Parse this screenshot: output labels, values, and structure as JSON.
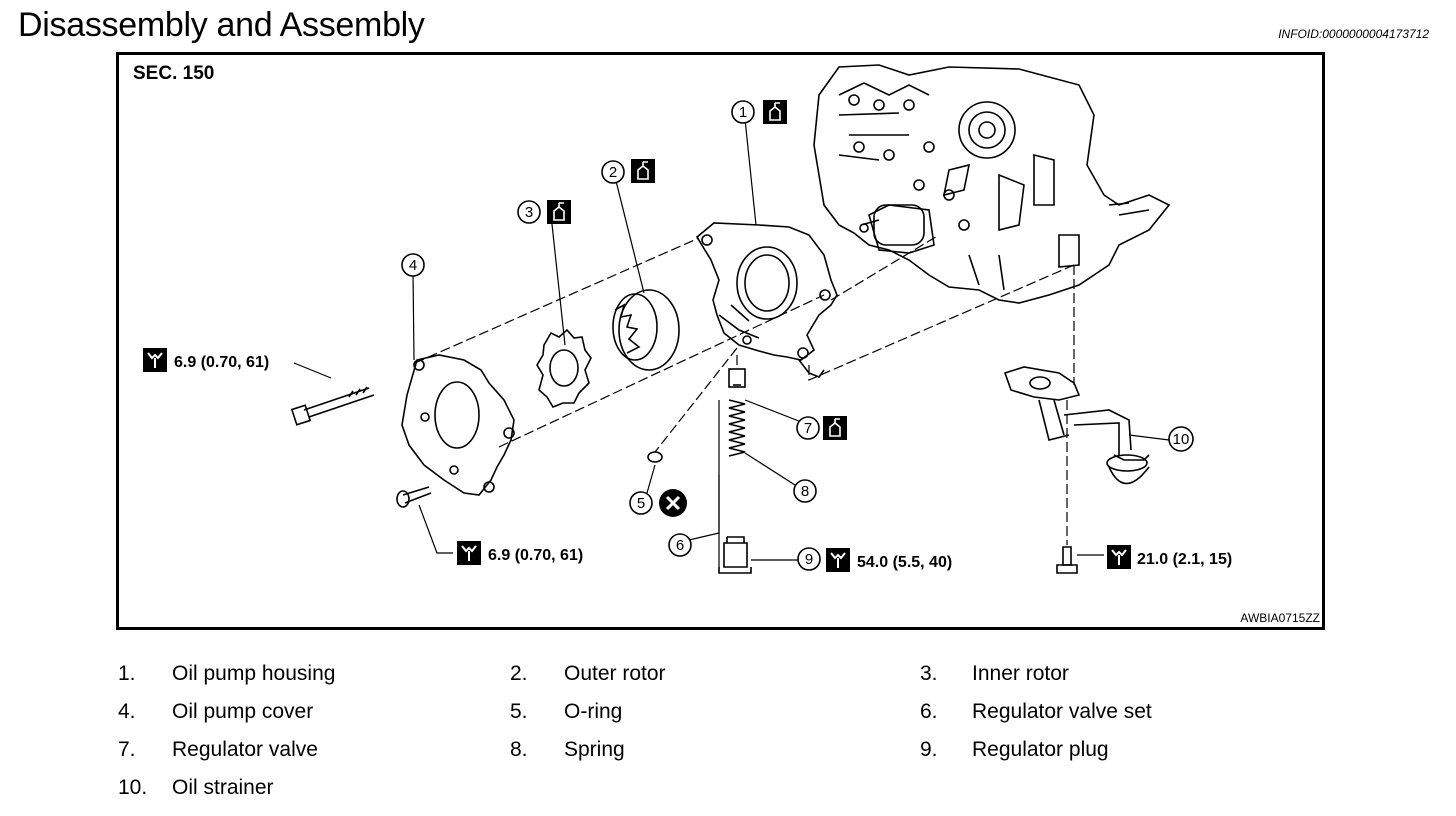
{
  "header": {
    "title": "Disassembly and Assembly",
    "infoid": "INFOID:0000000004173712"
  },
  "figure": {
    "section": "SEC. 150",
    "figure_id": "AWBIA0715ZZ",
    "callouts": [
      "1",
      "2",
      "3",
      "4",
      "5",
      "6",
      "7",
      "8",
      "9",
      "10"
    ],
    "torques": {
      "cover_bolt_upper": "6.9 (0.70, 61)",
      "cover_bolt_lower": "6.9 (0.70, 61)",
      "regulator_plug": "54.0 (5.5, 40)",
      "strainer_bolt": "21.0 (2.1, 15)"
    },
    "symbols": {
      "oil_apply": "oil-can-icon",
      "do_not_reuse": "do-not-reuse-icon",
      "torque": "torque-wrench-icon"
    }
  },
  "legend": [
    {
      "num": "1.",
      "label": "Oil pump housing"
    },
    {
      "num": "2.",
      "label": "Outer rotor"
    },
    {
      "num": "3.",
      "label": "Inner rotor"
    },
    {
      "num": "4.",
      "label": "Oil pump cover"
    },
    {
      "num": "5.",
      "label": "O-ring"
    },
    {
      "num": "6.",
      "label": "Regulator valve set"
    },
    {
      "num": "7.",
      "label": "Regulator valve"
    },
    {
      "num": "8.",
      "label": "Spring"
    },
    {
      "num": "9.",
      "label": "Regulator plug"
    },
    {
      "num": "10.",
      "label": "Oil strainer"
    }
  ]
}
